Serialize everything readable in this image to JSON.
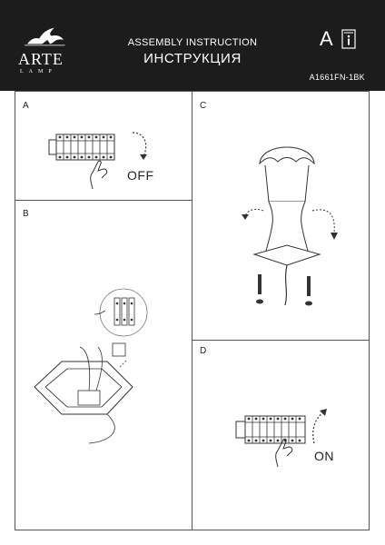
{
  "header": {
    "brand": "ARTE",
    "brand_sub": "LAMP",
    "title_en": "ASSEMBLY INSTRUCTION",
    "title_ru": "ИНСТРУКЦИЯ",
    "model": "A1661FN-1BK",
    "lang_letter": "A"
  },
  "panels": {
    "a": {
      "label": "A",
      "action": "OFF"
    },
    "b": {
      "label": "B"
    },
    "c": {
      "label": "C"
    },
    "d": {
      "label": "D",
      "action": "ON"
    }
  },
  "icons": [
    "griffin-logo-icon",
    "info-manual-icon",
    "terminal-block-icon",
    "hand-icon",
    "rotate-arrow-icon",
    "screw-icon",
    "lamp-icon",
    "wire-connector-icon"
  ]
}
